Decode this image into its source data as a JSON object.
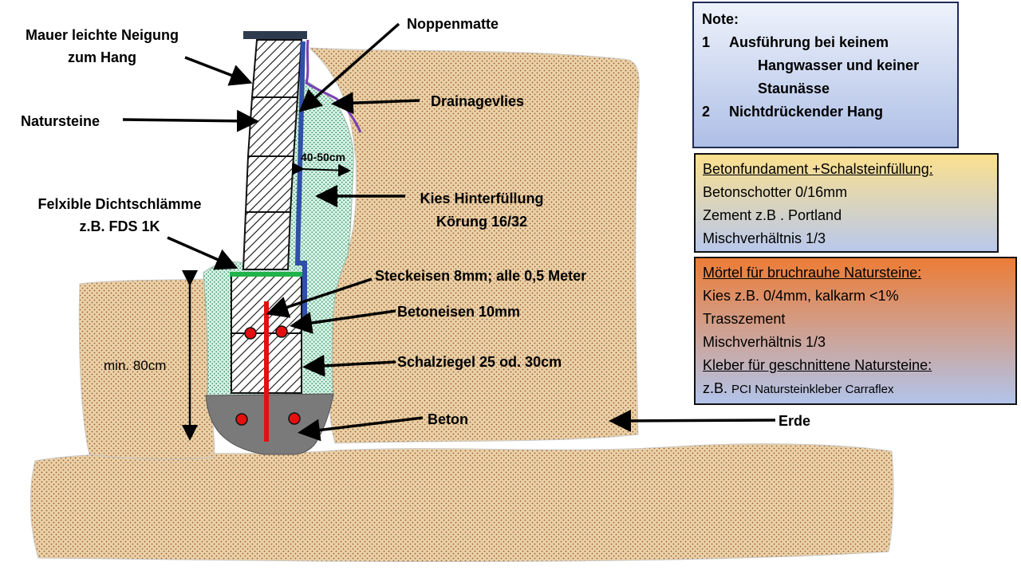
{
  "labels": {
    "mauer_line1": "Mauer leichte Neigung",
    "mauer_line2": "zum Hang",
    "natursteine": "Natursteine",
    "noppenmatte": "Noppenmatte",
    "drainagevlies": "Drainagevlies",
    "abstand": "40-50cm",
    "kies_line1": "Kies Hinterfüllung",
    "kies_line2": "Körung 16/32",
    "dicht_line1": "Felxible Dichtschlämme",
    "dicht_line2": "z.B. FDS 1K",
    "steckeisen": "Steckeisen 8mm; alle 0,5 Meter",
    "betoneisen": "Betoneisen 10mm",
    "schalziegel": "Schalziegel 25 od. 30cm",
    "beton": "Beton",
    "erde": "Erde",
    "hoehe": "min. 80cm"
  },
  "note": {
    "title": "Note:",
    "items": [
      {
        "num": "1",
        "line1": "Ausführung bei keinem",
        "line2": "Hangwasser und keiner",
        "line3": "Staunässe"
      },
      {
        "num": "2",
        "line1": "Nichtdrückender Hang"
      }
    ]
  },
  "betonfundament": {
    "heading": "Betonfundament +Schalsteinfüllung:",
    "lines": [
      "Betonschotter 0/16mm",
      "Zement z.B . Portland",
      "Mischverhältnis 1/3"
    ]
  },
  "moertel": {
    "heading": "Mörtel für bruchrauhe  Natursteine:",
    "lines": [
      "Kies z.B. 0/4mm,  kalkarm <1%",
      "Trasszement",
      "Mischverhältnis 1/3"
    ],
    "heading2": "Kleber für geschnittene Natursteine:",
    "line_prefix": "z.B.",
    "line_small": "PCI Natursteinkleber Carraflex"
  },
  "colors": {
    "soil": "#e9cfa6",
    "gravel": "#d7f0e3",
    "concrete": "#7b7b7b",
    "rebar": "#e41010",
    "membrane": "#2f4fa8",
    "fleece": "#7b3fb5",
    "seal": "#21b24a",
    "cap": "#2e3b4e"
  },
  "icons": [
    "arrow-icon"
  ]
}
